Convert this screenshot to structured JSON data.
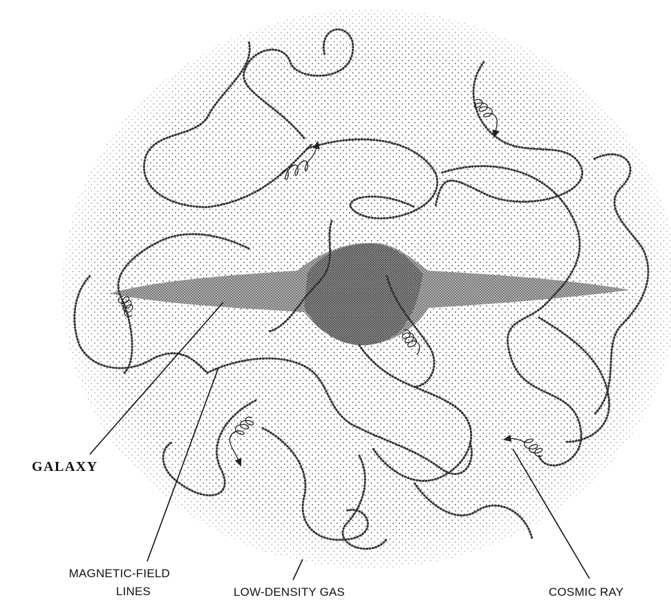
{
  "diagram": {
    "labels": {
      "galaxy": "GALAXY",
      "magnetic_field_line1": "MAGNETIC-FIELD",
      "magnetic_field_line2": "LINES",
      "low_density_gas": "LOW-DENSITY GAS",
      "cosmic_ray": "COSMIC RAY"
    },
    "colors": {
      "ink": "#111111",
      "halo_dots": "#222222",
      "galaxy_fill": "#8a8a8a",
      "background": "#ffffff"
    },
    "icons": {
      "halo": "stippled-gas-halo",
      "disk": "stippled-galaxy-disk",
      "field_lines": "dotted-field-lines",
      "cosmic_rays": "helix-arrow"
    }
  }
}
